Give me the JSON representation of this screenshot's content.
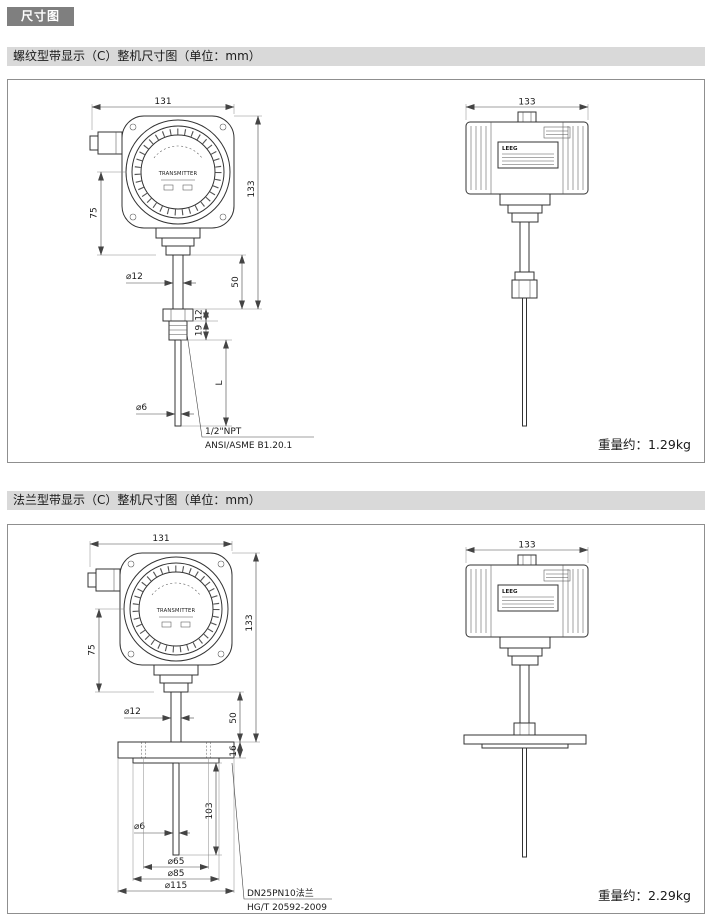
{
  "page": {
    "badge": "尺寸图"
  },
  "drawing_labels": {
    "dial_text": "TRANSMITTER",
    "plate_brand": "LEEG"
  },
  "section1": {
    "header": "螺纹型带显示（C）整机尺寸图（单位：mm）",
    "weight_label": "重量约：1.29kg",
    "front": {
      "width": "131",
      "height": "133",
      "head_offset": "75",
      "neck_dia": "⌀12",
      "neck_len": "50",
      "thread_len": "12",
      "hex_len": "19",
      "insert_len": "L",
      "probe_dia": "⌀6",
      "note_line1": "1/2\"NPT",
      "note_line2": "ANSI/ASME B1.20.1"
    },
    "side": {
      "width": "133"
    }
  },
  "section2": {
    "header": "法兰型带显示（C）整机尺寸图（单位：mm）",
    "weight_label": "重量约：2.29kg",
    "front": {
      "width": "131",
      "height": "133",
      "head_offset": "75",
      "neck_dia": "⌀12",
      "neck_len": "50",
      "flange_thickness": "16",
      "insert_len": "103",
      "probe_dia": "⌀6",
      "bolt_circle_dia": "⌀65",
      "raised_face_dia": "⌀85",
      "flange_od": "⌀115",
      "note_line1": "DN25PN10法兰",
      "note_line2": "HG/T 20592-2009"
    },
    "side": {
      "width": "133"
    }
  }
}
